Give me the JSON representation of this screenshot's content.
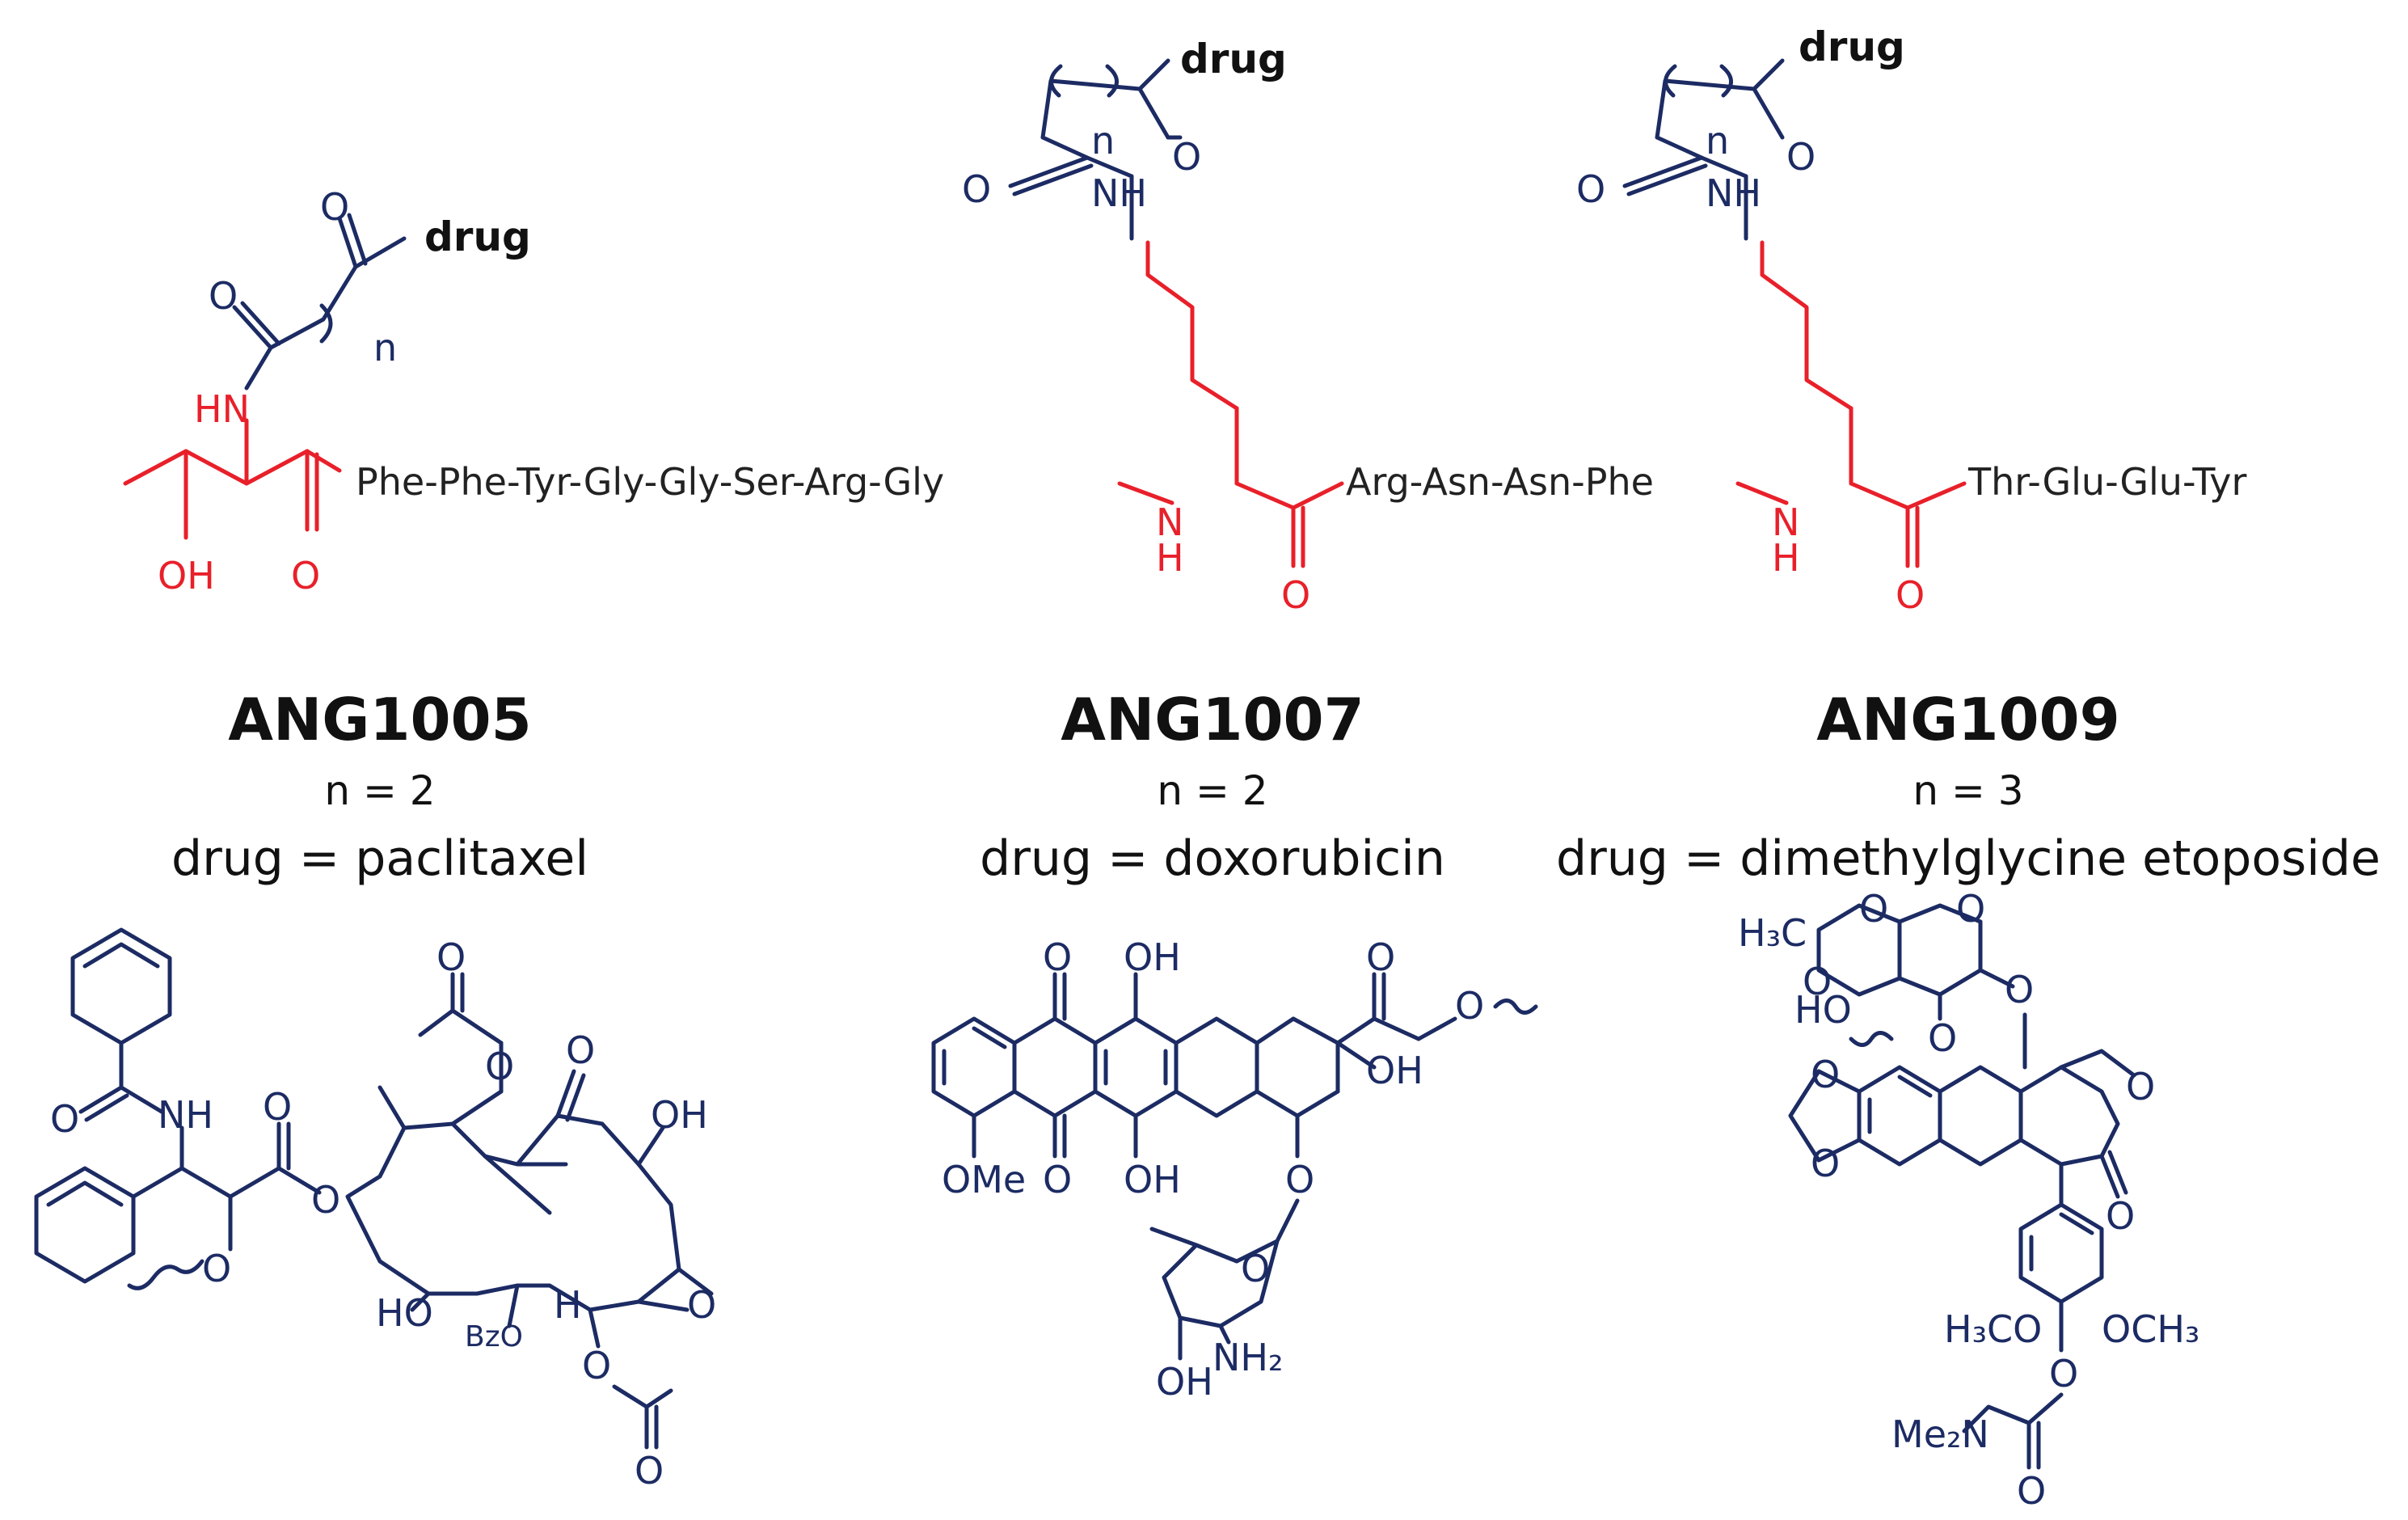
{
  "conjugates": [
    {
      "name": "ANG1005",
      "n_text": "n = 2",
      "drug_text": "drug = paclitaxel"
    },
    {
      "name": "ANG1007",
      "n_text": "n = 2",
      "drug_text": "drug = doxorubicin"
    },
    {
      "name": "ANG1009",
      "n_text": "n = 3",
      "drug_text": "drug = dimethylglycine etoposide"
    }
  ],
  "linker": {
    "drug_label": "drug",
    "n_label": "n",
    "amide_hn": "HN",
    "amide_nh": "NH",
    "oxygen": "O",
    "hydroxyl": "OH",
    "amine_n": "N",
    "amine_h": "H"
  },
  "peptide": {
    "segment1": "Phe-Phe-Tyr-Gly-Gly-Ser-Arg-Gly",
    "segment2": "Arg-Asn-Asn-Phe",
    "segment3": "Thr-Glu-Glu-Tyr"
  },
  "paclitaxel": {
    "nh": "NH",
    "o": "O",
    "oh": "OH",
    "ho": "HO",
    "bzo": "BzO",
    "h": "H"
  },
  "doxorubicin": {
    "o": "O",
    "oh": "OH",
    "ome": "OMe",
    "nh2": "NH₂"
  },
  "etoposide": {
    "h3c": "H₃C",
    "o": "O",
    "ho": "HO",
    "h3co": "H₃CO",
    "och3": "OCH₃",
    "me2n": "Me₂N"
  },
  "colors": {
    "scaffold": "#1c2b63",
    "highlight": "#e8202a",
    "text": "#111111"
  }
}
